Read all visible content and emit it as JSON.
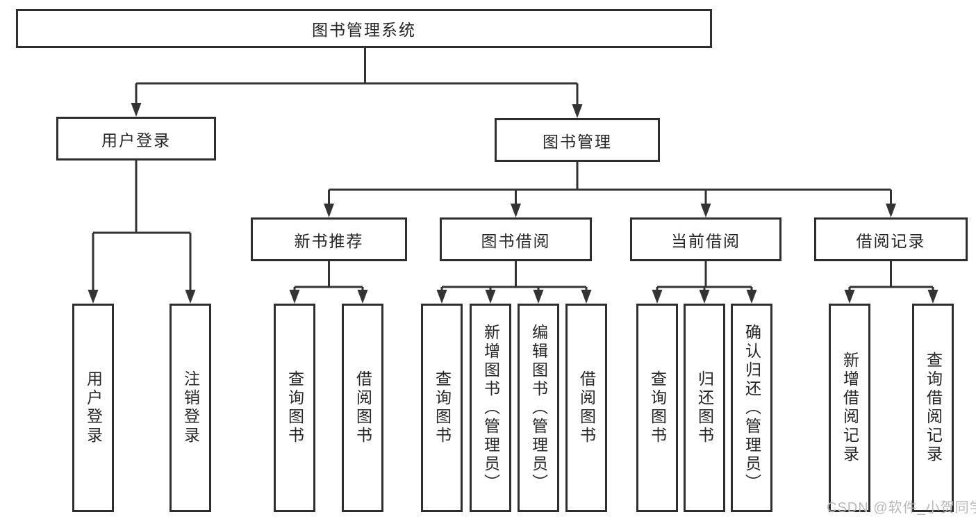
{
  "tree": {
    "root": {
      "label": "图书管理系统"
    },
    "branches": [
      {
        "label": "用户登录"
      },
      {
        "label": "图书管理"
      }
    ],
    "modules": [
      {
        "label": "新书推荐",
        "parent": "图书管理"
      },
      {
        "label": "图书借阅",
        "parent": "图书管理"
      },
      {
        "label": "当前借阅",
        "parent": "图书管理"
      },
      {
        "label": "借阅记录",
        "parent": "图书管理"
      }
    ],
    "leaves": [
      {
        "label": "用户登录",
        "parent": "用户登录"
      },
      {
        "label": "注销登录",
        "parent": "用户登录"
      },
      {
        "label": "查询图书",
        "parent": "新书推荐"
      },
      {
        "label": "借阅图书",
        "parent": "新书推荐"
      },
      {
        "label": "查询图书",
        "parent": "图书借阅"
      },
      {
        "label": "新增图书（管理员）",
        "parent": "图书借阅"
      },
      {
        "label": "编辑图书（管理员）",
        "parent": "图书借阅"
      },
      {
        "label": "借阅图书",
        "parent": "图书借阅"
      },
      {
        "label": "查询图书",
        "parent": "当前借阅"
      },
      {
        "label": "归还图书",
        "parent": "当前借阅"
      },
      {
        "label": "确认归还（管理员）",
        "parent": "当前借阅"
      },
      {
        "label": "新增借阅记录",
        "parent": "借阅记录"
      },
      {
        "label": "查询借阅记录",
        "parent": "借阅记录"
      }
    ]
  },
  "watermark": {
    "text": "CSDN @软件_小贺同学"
  },
  "colors": {
    "line": "#333333",
    "border": "#2e2e2e",
    "text": "#262626",
    "watermark": "#b9b9b9",
    "background": "#ffffff"
  }
}
